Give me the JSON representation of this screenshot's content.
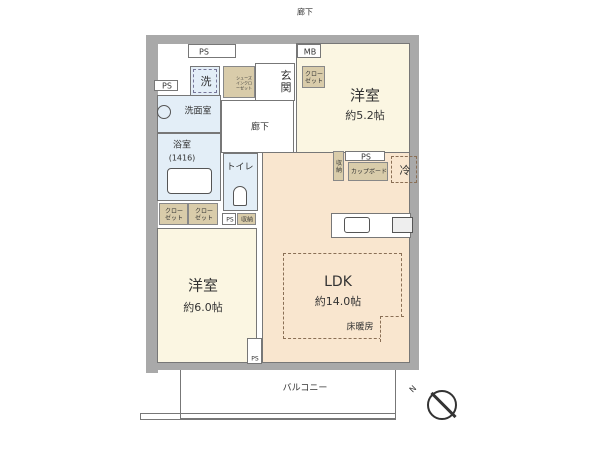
{
  "labels": {
    "corridor_top": "廊下",
    "ps": "PS",
    "mb": "MB",
    "wash": "洗",
    "shoes_closet": "シューズインクローゼット",
    "entrance": "玄関",
    "closet": "クローゼット",
    "western_room_1": "洋室",
    "western_room_1_size": "約5.2帖",
    "washroom": "洗面室",
    "corridor": "廊下",
    "bathroom": "浴室",
    "bathroom_size": "(1416)",
    "toilet": "トイレ",
    "storage": "収納",
    "cupboard": "カップボード",
    "fridge": "冷",
    "ldk": "LDK",
    "ldk_size": "約14.0帖",
    "floor_heating": "床暖房",
    "western_room_2": "洋室",
    "western_room_2_size": "約6.0帖",
    "balcony": "バルコニー",
    "compass": "N"
  },
  "colors": {
    "western_room": "#fbf6e2",
    "ldk": "#f9e6cf",
    "wet_area": "#e3eef7",
    "storage": "#d9ccaa",
    "wall": "#a9a9a9"
  }
}
